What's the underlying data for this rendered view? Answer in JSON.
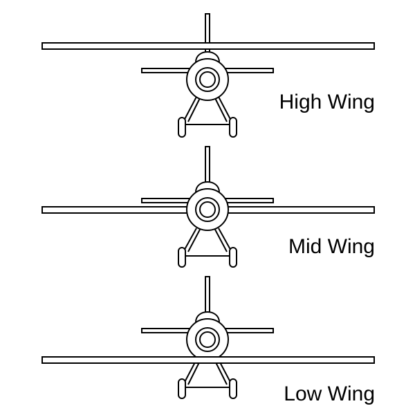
{
  "diagram": {
    "labels": {
      "high": "High Wing",
      "mid": "Mid Wing",
      "low": "Low Wing"
    },
    "colors": {
      "line": "#000000",
      "fill": "#ffffff"
    }
  }
}
